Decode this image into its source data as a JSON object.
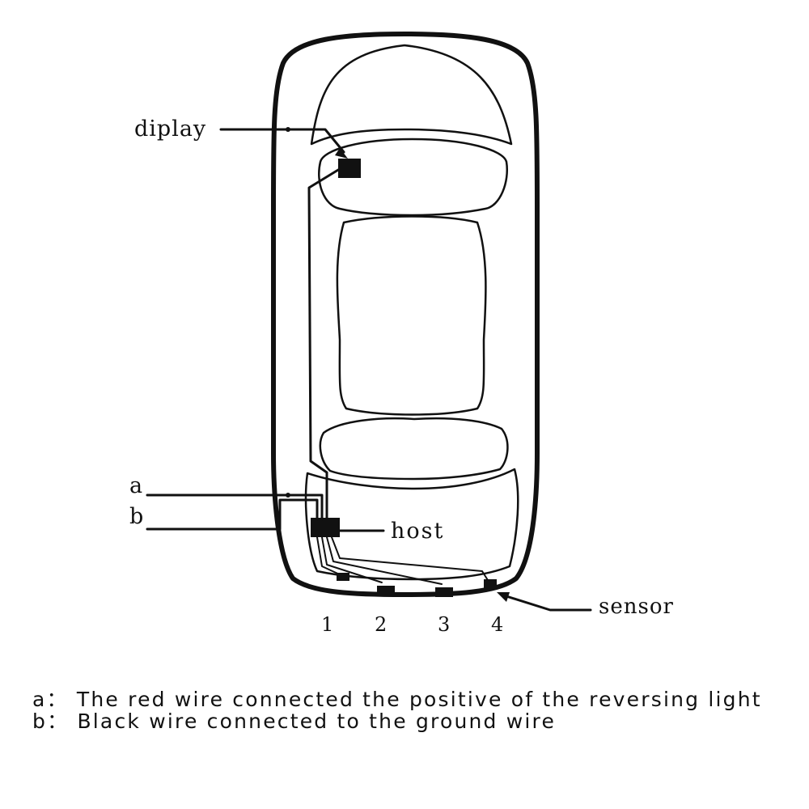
{
  "labels": {
    "display": "diplay",
    "host": "host",
    "sensor": "sensor",
    "a": "a",
    "b": "b",
    "sensor_numbers": [
      "1",
      "2",
      "3",
      "4"
    ]
  },
  "notes": [
    {
      "key": "a：",
      "text": "The red wire connected the positive of the reversing light"
    },
    {
      "key": "b：",
      "text": "Black wire connected to the ground wire"
    }
  ],
  "colors": {
    "line": "#111111",
    "background": "#ffffff"
  }
}
